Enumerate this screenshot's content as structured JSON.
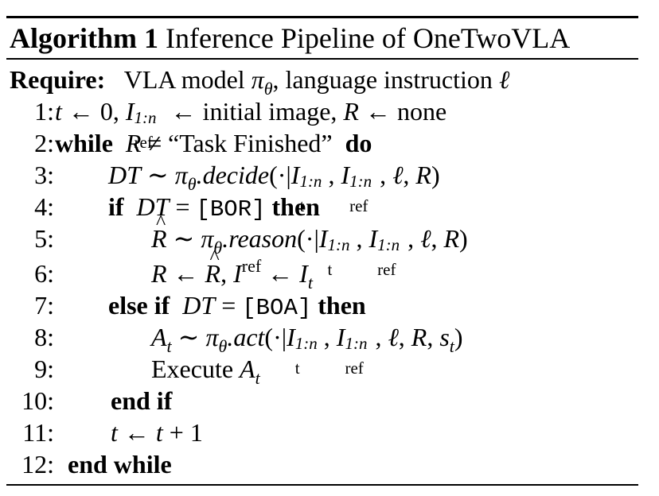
{
  "caption": {
    "tag": "Algorithm 1",
    "title": "Inference Pipeline of OneTwoVLA"
  },
  "require": {
    "label": "Require:",
    "text_model": "VLA model",
    "text_sep": ", language instruction"
  },
  "keywords": {
    "while": "while",
    "do": "do",
    "if": "if",
    "then": "then",
    "else_if": "else if",
    "end_if": "end if",
    "end_while": "end while"
  },
  "tokens": {
    "bor": "[BOR]",
    "boa": "[BOA]",
    "task_finished": "“Task Finished”",
    "initial_image": "initial image",
    "none": "none",
    "execute": "Execute",
    "decide": "decide",
    "reason": "reason",
    "act": "act"
  },
  "line_numbers": [
    "1:",
    "2:",
    "3:",
    "4:",
    "5:",
    "6:",
    "7:",
    "8:",
    "9:",
    "10:",
    "11:",
    "12:"
  ]
}
